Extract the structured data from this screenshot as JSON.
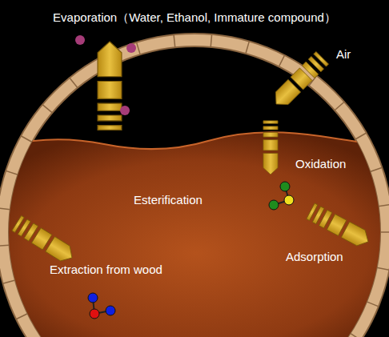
{
  "diagram": {
    "labels": [
      "Evaporation（Water, Ethanol, Immature compound）",
      "Air",
      "Oxidation",
      "Esterification",
      "Adsorption",
      "Extraction from wood"
    ]
  }
}
